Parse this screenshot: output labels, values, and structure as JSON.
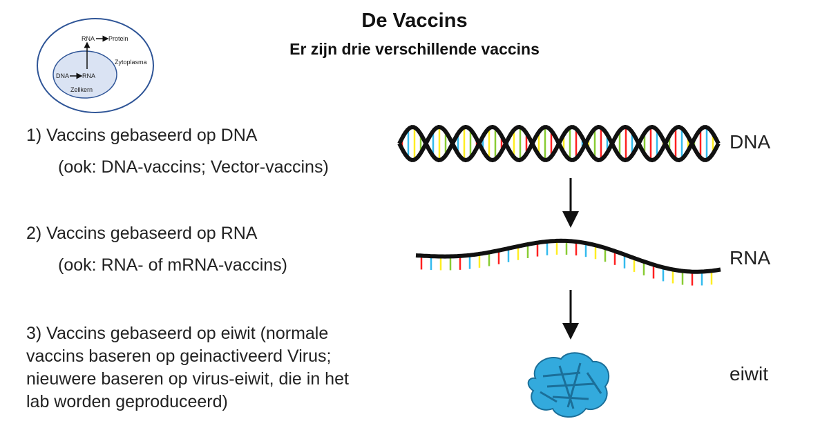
{
  "header": {
    "title": "De Vaccins",
    "subtitle": "Er zijn drie verschillende vaccins"
  },
  "cell_diagram": {
    "rna_protein": "RNA",
    "protein": "Protein",
    "dna": "DNA",
    "rna": "RNA",
    "cytoplasm": "Zytoplasma",
    "nucleus": "Zellkern",
    "colors": {
      "outline": "#2f5597",
      "nucleus_fill": "#dae3f3"
    }
  },
  "list": {
    "item1": "1) Vaccins gebaseerd op DNA",
    "item1_sub": "(ook: DNA-vaccins; Vector-vaccins)",
    "item2": "2) Vaccins gebaseerd op RNA",
    "item2_sub": "(ook: RNA- of mRNA-vaccins)",
    "item3_lines": [
      "3) Vaccins gebaseerd op eiwit (normale",
      "vaccins baseren op geinactiveerd Virus;",
      "nieuwere baseren op virus-eiwit, die in het",
      "lab worden geproduceerd)"
    ]
  },
  "labels": {
    "dna": "DNA",
    "rna": "RNA",
    "protein": "eiwit"
  },
  "base_colors": [
    "#ff2020",
    "#33bbee",
    "#ffee22",
    "#88cc33"
  ],
  "protein_color": "#33aadd"
}
